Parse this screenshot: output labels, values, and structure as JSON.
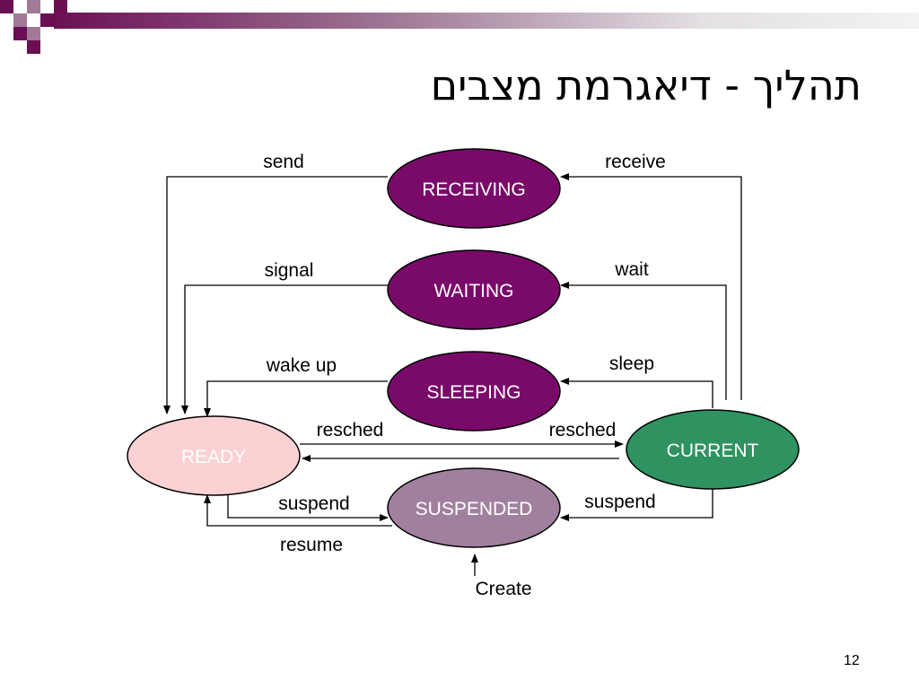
{
  "slide": {
    "title": "תהליך - דיאגרמת מצבים",
    "page_number": "12"
  },
  "states": {
    "receiving": "RECEIVING",
    "waiting": "WAITING",
    "sleeping": "SLEEPING",
    "ready": "READY",
    "current": "CURRENT",
    "suspended": "SUSPENDED"
  },
  "transitions": {
    "send": "send",
    "receive": "receive",
    "signal": "signal",
    "wait": "wait",
    "wake_up": "wake up",
    "sleep": "sleep",
    "resched_ready_to_current": "resched",
    "resched_current_to_ready": "resched",
    "suspend_from_ready": "suspend",
    "suspend_from_current": "suspend",
    "resume": "resume",
    "create": "Create"
  },
  "colors": {
    "purple_state": "#7a0a6a",
    "ready_fill": "#fcd1d4",
    "current_fill": "#2e9360",
    "suspended_fill": "#a0809e",
    "accent_dark": "#6b0f55",
    "accent_light": "#a07a96"
  }
}
